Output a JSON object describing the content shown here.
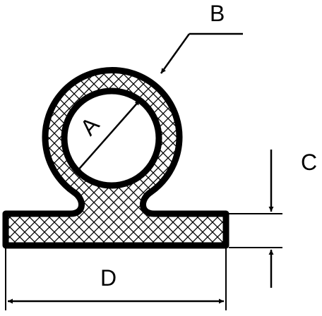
{
  "labels": {
    "a": "A",
    "b": "B",
    "c": "C",
    "d": "D"
  },
  "colors": {
    "outline": "#000000",
    "background": "#ffffff",
    "hatch": "#000000"
  }
}
